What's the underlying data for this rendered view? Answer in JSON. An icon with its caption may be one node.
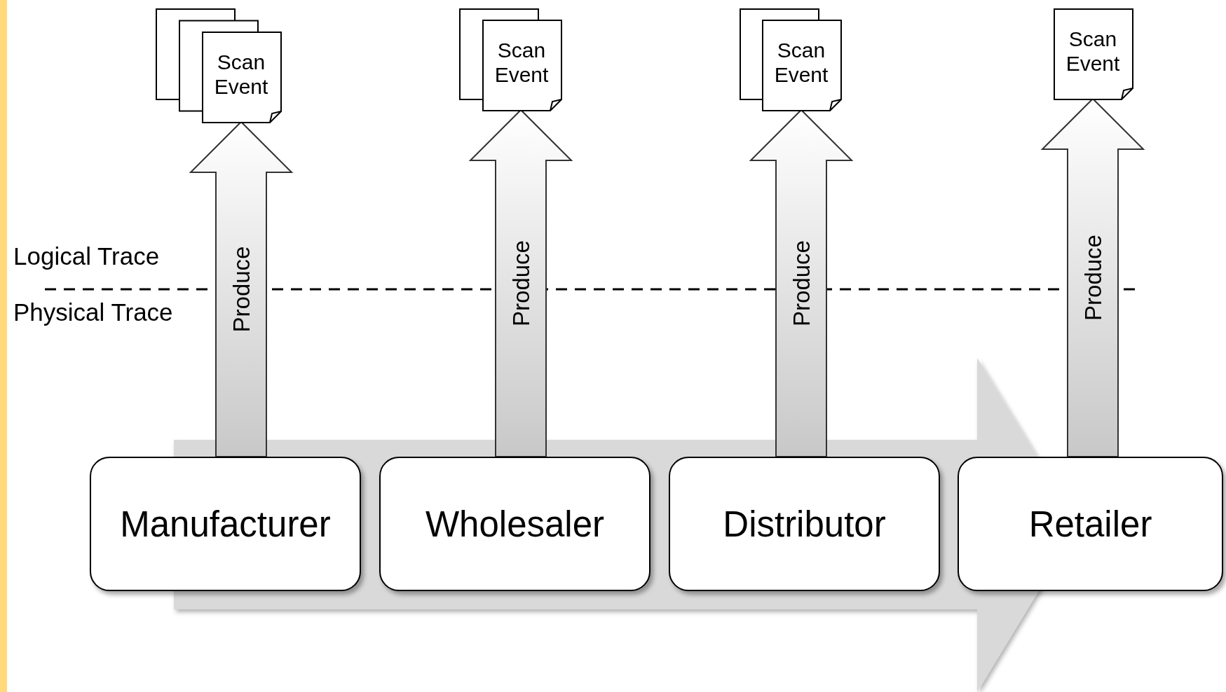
{
  "diagram": {
    "nodes": [
      {
        "text": [
          "Manufacturer"
        ]
      },
      {
        "text": [
          "Wholesaler"
        ]
      },
      {
        "text": [
          "Distributor"
        ]
      },
      {
        "text": [
          "Retailer"
        ]
      },
      {
        "text": [
          "Scan Event"
        ]
      },
      {
        "text": [
          "Scan Event"
        ]
      },
      {
        "text": [
          "Scan Event"
        ]
      },
      {
        "text": [
          "Scan Event"
        ]
      }
    ],
    "edges": [
      {
        "from": 0,
        "to": 4,
        "label": "Produce",
        "arrow": "to"
      },
      {
        "from": 1,
        "to": 5,
        "label": "Produce",
        "arrow": "to"
      },
      {
        "from": 2,
        "to": 6,
        "label": "Produce",
        "arrow": "to"
      },
      {
        "from": 3,
        "to": 7,
        "label": "Produce",
        "arrow": "to"
      }
    ],
    "labels": [
      "Logical Trace",
      "Physical Trace"
    ]
  }
}
